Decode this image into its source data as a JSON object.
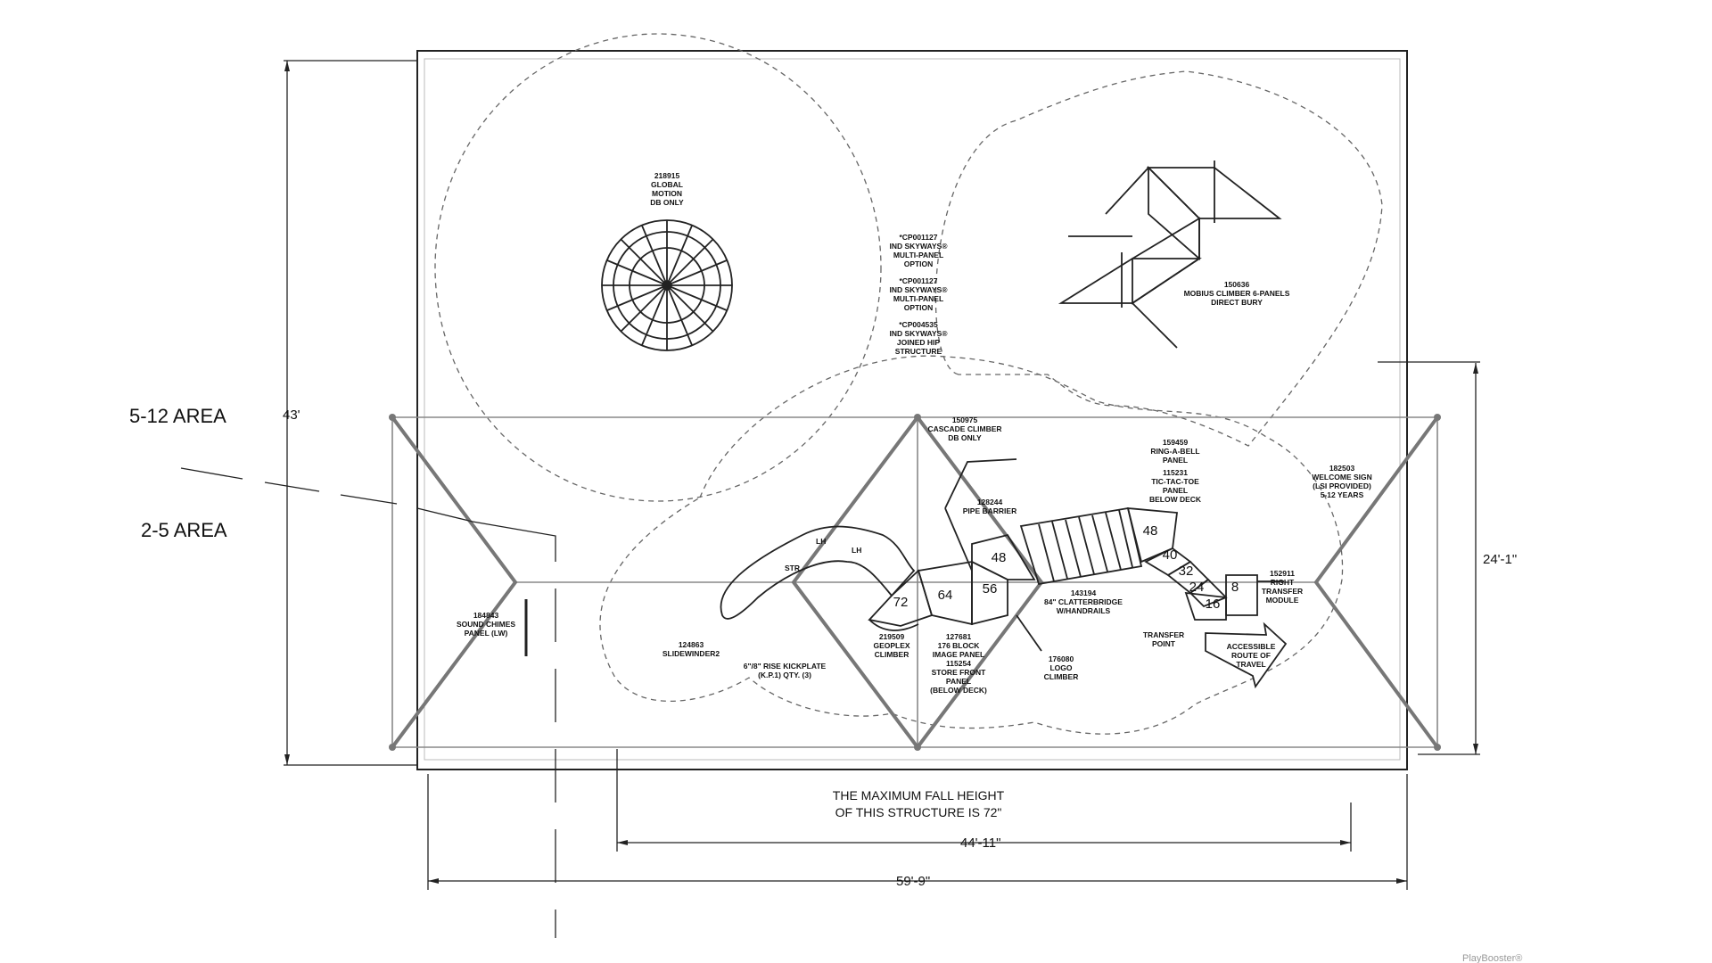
{
  "areas": {
    "older": "5-12 AREA",
    "younger": "2-5 AREA"
  },
  "dimensions": {
    "height": "43'",
    "width_total": "59'-9\"",
    "width_inner": "44'-11\"",
    "side": "24'-1\""
  },
  "fall_height_note": {
    "line1": "THE MAXIMUM FALL HEIGHT",
    "line2": "OF THIS STRUCTURE IS 72\""
  },
  "components": {
    "global_motion": [
      "218915",
      "GLOBAL",
      "MOTION",
      "DB ONLY"
    ],
    "skyways": [
      "*CP001127",
      "IND SKYWAYS®",
      "MULTI-PANEL",
      "OPTION",
      "*CP001127",
      "IND SKYWAYS®",
      "MULTI-PANEL",
      "OPTION",
      "*CP004535",
      "IND SKYWAYS®",
      "JOINED HIP",
      "STRUCTURE"
    ],
    "mobius": [
      "150636",
      "MOBIUS CLIMBER 6-PANELS",
      "DIRECT BURY"
    ],
    "cascade": [
      "150975",
      "CASCADE CLIMBER",
      "DB ONLY"
    ],
    "ring_bell": [
      "159459",
      "RING-A-BELL",
      "PANEL",
      "115231",
      "TIC-TAC-TOE",
      "PANEL",
      "BELOW DECK"
    ],
    "welcome_sign": [
      "182503",
      "WELCOME SIGN",
      "(LSI PROVIDED)",
      "5-12 YEARS"
    ],
    "pipe_barrier": [
      "128244",
      "PIPE BARRIER"
    ],
    "sound_chimes": [
      "184843",
      "SOUND CHIMES",
      "PANEL (LW)"
    ],
    "slidewinder": [
      "124863",
      "SLIDEWINDER2"
    ],
    "kickplate": [
      "6\"/8\" RISE KICKPLATE",
      "(K.P.1) QTY. (3)"
    ],
    "geoplex": [
      "219509",
      "GEOPLEX",
      "CLIMBER"
    ],
    "block_panel": [
      "127681",
      "176 BLOCK",
      "IMAGE PANEL",
      "115254",
      "STORE FRONT",
      "PANEL",
      "(BELOW DECK)"
    ],
    "logo_climber": [
      "176080",
      "LOGO",
      "CLIMBER"
    ],
    "clatterbridge": [
      "143194",
      "84\" CLATTERBRIDGE",
      "W/HANDRAILS"
    ],
    "transfer_point": [
      "TRANSFER",
      "POINT"
    ],
    "accessible": [
      "ACCESSIBLE",
      "ROUTE OF",
      "TRAVEL"
    ],
    "transfer_module": [
      "152911",
      "RIGHT",
      "TRANSFER",
      "MODULE"
    ],
    "slide_tags": {
      "str": "STR",
      "lh1": "LH",
      "lh2": "LH"
    }
  },
  "deck_heights": {
    "d72": "72",
    "d64": "64",
    "d56": "56",
    "d48a": "48",
    "d48b": "48",
    "d40": "40",
    "d32": "32",
    "d24": "24",
    "d16": "16",
    "d8": "8"
  },
  "watermark": "PlayBooster®"
}
